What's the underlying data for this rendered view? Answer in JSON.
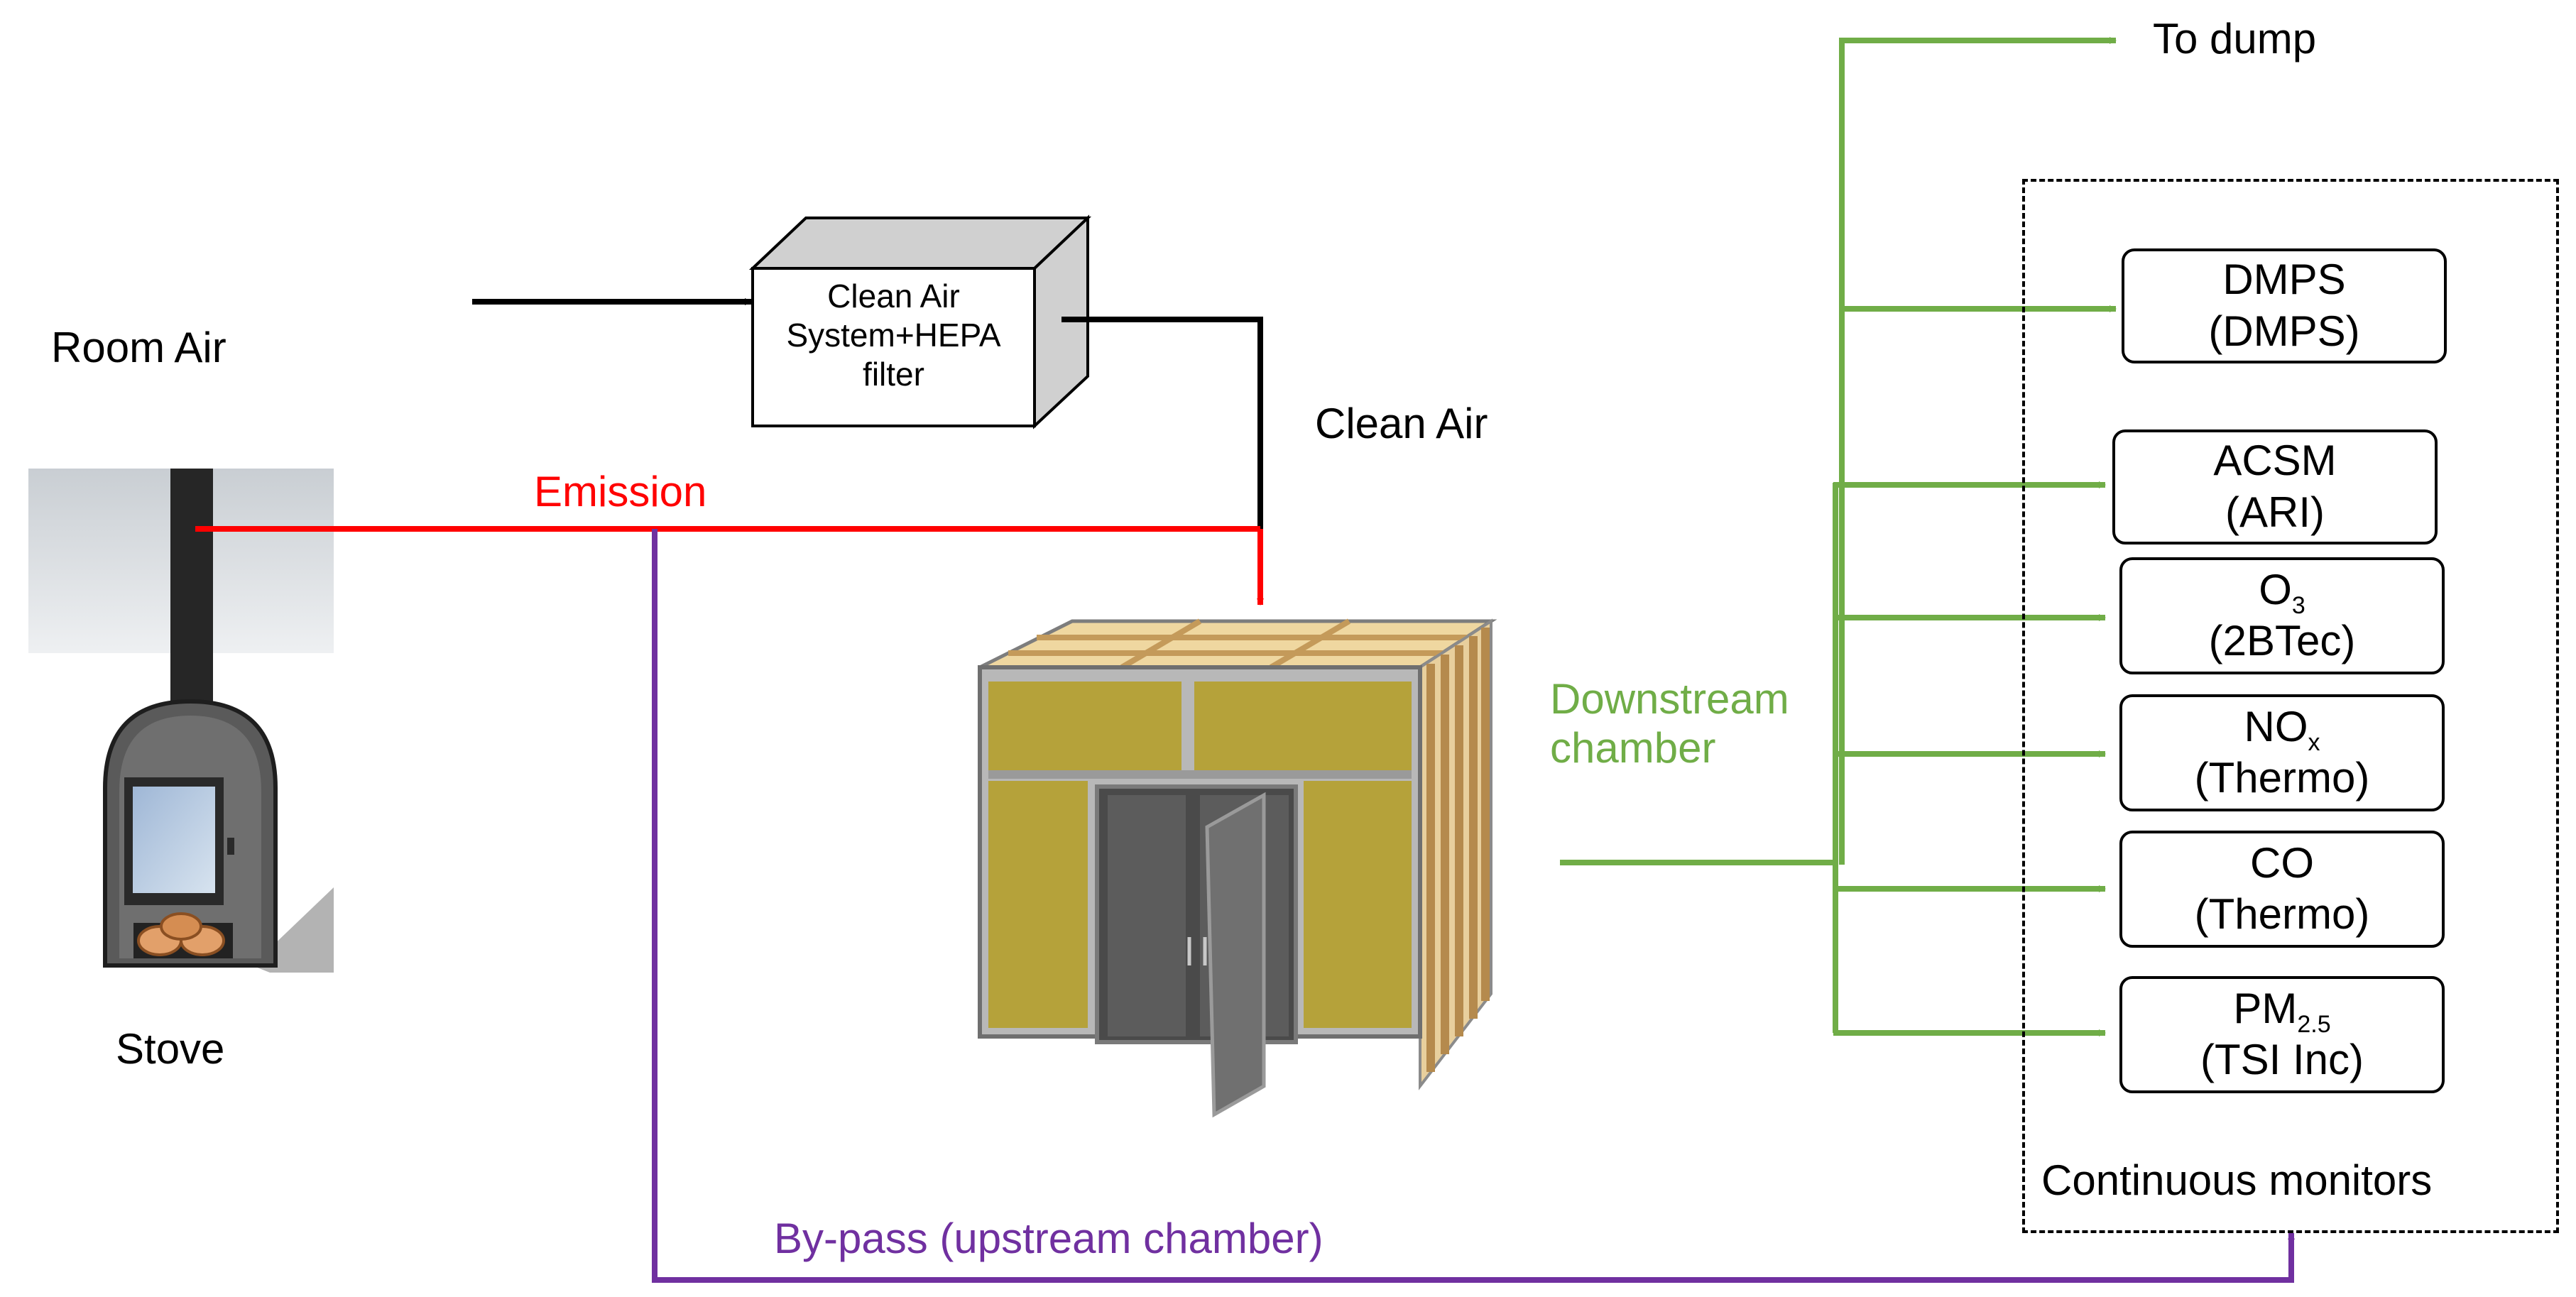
{
  "labels": {
    "room_air": "Room Air",
    "stove": "Stove",
    "clean_air": "Clean Air",
    "emission": "Emission",
    "bypass": "By-pass (upstream chamber)",
    "downstream_line1": "Downstream",
    "downstream_line2": "chamber",
    "to_dump": "To dump",
    "continuous_monitors": "Continuous monitors"
  },
  "filter_box": {
    "line1": "Clean Air",
    "line2": "System+HEPA",
    "line3": "filter"
  },
  "monitors": [
    {
      "name": "DMPS",
      "sub": "",
      "vendor": "(DMPS)"
    },
    {
      "name": "ACSM",
      "sub": "",
      "vendor": "(ARI)"
    },
    {
      "name": "O",
      "sub": "3",
      "vendor": "(2BTec)"
    },
    {
      "name": "NO",
      "sub": "x",
      "vendor": "(Thermo)"
    },
    {
      "name": "CO",
      "sub": "",
      "vendor": "(Thermo)"
    },
    {
      "name": "PM",
      "sub": "2.5",
      "vendor": "(TSI Inc)"
    }
  ],
  "colors": {
    "emission": "#ff0000",
    "bypass": "#7030a0",
    "downstream": "#70ad47",
    "clean_air": "#000000"
  }
}
